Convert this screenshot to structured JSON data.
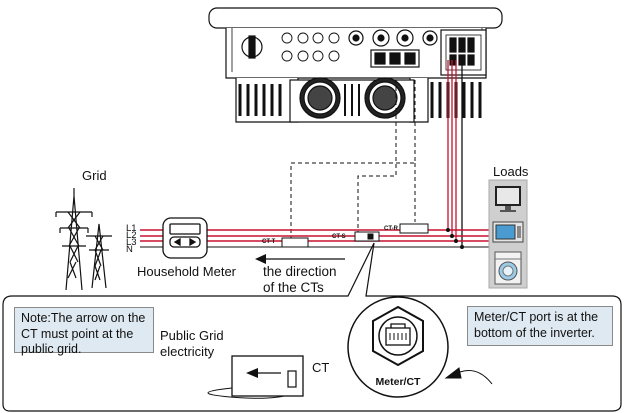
{
  "labels": {
    "grid": "Grid",
    "loads": "Loads",
    "l1": "L1",
    "l2": "L2",
    "l3": "L3",
    "n": "N",
    "household_meter": "Household Meter",
    "direction_line1": "the direction",
    "direction_line2": "of the CTs",
    "public_grid_line1": "Public Grid",
    "public_grid_line2": "electricity",
    "ct": "CT",
    "meter_ct_port": "Meter/CT",
    "ct_r": "CT-R",
    "ct_s": "CT-S",
    "ct_t": "CT-T"
  },
  "notes": {
    "ct_arrow": "Note:The  arrow on the CT must point at the public grid.",
    "port_location": "Meter/CT port is at the bottom of the inverter."
  },
  "colors": {
    "phase_wire": "#c8102e",
    "note_background": "#dfe9f1",
    "line": "#111111"
  }
}
